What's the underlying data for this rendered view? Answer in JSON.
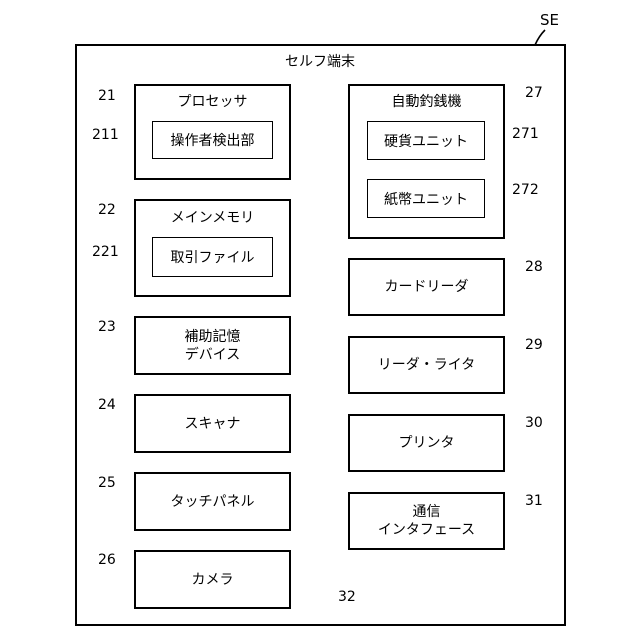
{
  "diagram": {
    "outer_ref": "SE",
    "outer_title": "セルフ端末",
    "bus_ref": "32",
    "left_blocks": [
      {
        "ref": "21",
        "label": "プロセッサ",
        "inner": {
          "ref": "211",
          "label": "操作者検出部"
        }
      },
      {
        "ref": "22",
        "label": "メインメモリ",
        "inner": {
          "ref": "221",
          "label": "取引ファイル"
        }
      },
      {
        "ref": "23",
        "label": "補助記憶\nデバイス"
      },
      {
        "ref": "24",
        "label": "スキャナ"
      },
      {
        "ref": "25",
        "label": "タッチパネル"
      },
      {
        "ref": "26",
        "label": "カメラ"
      }
    ],
    "right_blocks": [
      {
        "ref": "27",
        "label": "自動釣銭機",
        "inner": [
          {
            "ref": "271",
            "label": "硬貨ユニット"
          },
          {
            "ref": "272",
            "label": "紙幣ユニット"
          }
        ]
      },
      {
        "ref": "28",
        "label": "カードリーダ"
      },
      {
        "ref": "29",
        "label": "リーダ・ライタ"
      },
      {
        "ref": "30",
        "label": "プリンタ"
      },
      {
        "ref": "31",
        "label": "通信\nインタフェース"
      }
    ]
  }
}
